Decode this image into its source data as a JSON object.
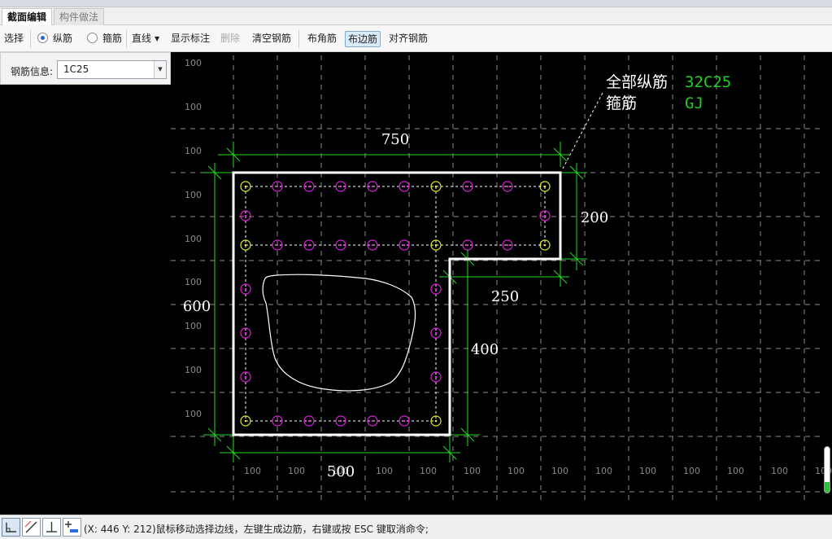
{
  "tabs": [
    {
      "label": "截面编辑",
      "active": true
    },
    {
      "label": "构件做法",
      "active": false
    }
  ],
  "toolbar": {
    "select": "选择",
    "longitudinal": "纵筋",
    "stirrup": "箍筋",
    "line_mode": "直线",
    "show_annotation": "显示标注",
    "delete": "删除",
    "clear_rebar": "清空钢筋",
    "corner_rebar": "布角筋",
    "edge_rebar": "布边筋",
    "align_rebar": "对齐钢筋"
  },
  "rebar_info": {
    "label": "钢筋信息:",
    "value": "1C25"
  },
  "canvas": {
    "grid_label": "100",
    "legend": {
      "all_longitudinal_label": "全部纵筋",
      "all_longitudinal_value": "32C25",
      "stirrup_label": "箍筋",
      "stirrup_value": "GJ"
    },
    "dimensions": {
      "top": "750",
      "left": "600",
      "right_upper": "200",
      "step_horizontal": "250",
      "right_lower": "400",
      "bottom": "500"
    },
    "colors": {
      "background": "#000000",
      "grid": "#8c8c8c",
      "dimension": "#22dd22",
      "outline": "#ffffff",
      "corner_rebar": "#e8e830",
      "edge_rebar": "#e020e0",
      "legend_value": "#22cc22"
    }
  },
  "status": {
    "text": "(X: 446 Y: 212)鼠标移动选择边线，左键生成边筋，右键或按 ESC 键取消命令;",
    "buttons": [
      "orthogonal-icon",
      "slope-icon",
      "vertical-snap-icon",
      "add-point-icon"
    ]
  }
}
